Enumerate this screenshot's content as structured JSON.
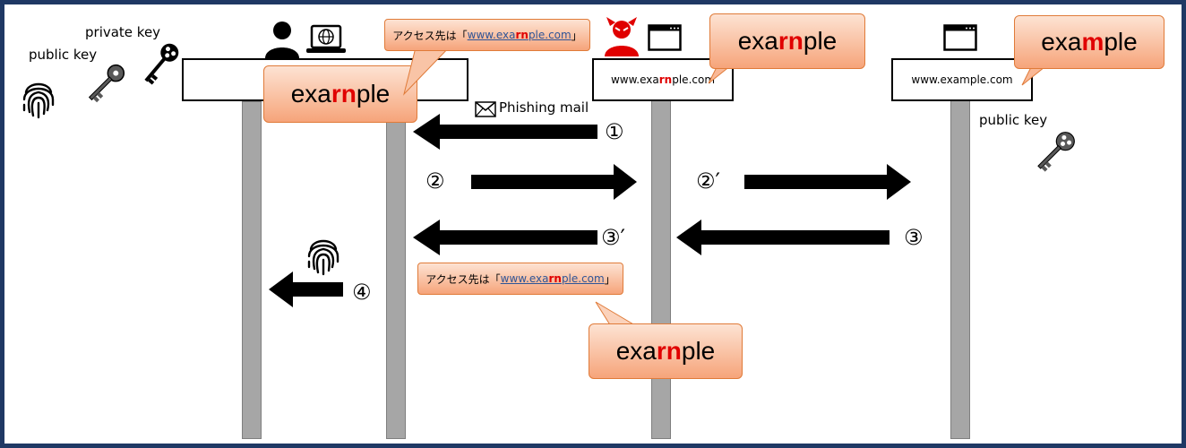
{
  "labels": {
    "private_key": "private key",
    "public_key_left": "public key",
    "public_key_right": "public key",
    "phishing_mail": "Phishing mail"
  },
  "url_boxes": {
    "fake": {
      "prefix": "www.exa",
      "highlight": "rn",
      "suffix": "ple.com"
    },
    "real": {
      "text": "www.example.com"
    }
  },
  "callouts": {
    "victim": {
      "prefix": "exa",
      "highlight": "rn",
      "suffix": "ple"
    },
    "attacker": {
      "prefix": "exa",
      "highlight": "rn",
      "suffix": "ple"
    },
    "legit": {
      "prefix": "exa",
      "highlight": "m",
      "suffix": "ple"
    },
    "bottom": {
      "prefix": "exa",
      "highlight": "rn",
      "suffix": "ple"
    }
  },
  "mail_callouts": {
    "top": {
      "pre": "アクセス先は「",
      "link_prefix": "www.exa",
      "link_highlight": "rn",
      "link_suffix": "ple.com",
      "post": "」"
    },
    "bottom": {
      "pre": "アクセス先は「",
      "link_prefix": "www.exa",
      "link_highlight": "rn",
      "link_suffix": "ple.com",
      "post": "」"
    }
  },
  "steps": {
    "s1": "①",
    "s2": "②",
    "s2p": "②′",
    "s3": "③",
    "s3p": "③′",
    "s4": "④"
  },
  "icons": [
    "user-icon",
    "laptop-globe-icon",
    "devil-icon",
    "browser-window-icon",
    "fingerprint-icon",
    "key-icon",
    "envelope-icon"
  ],
  "colors": {
    "frame": "#1f3864",
    "accent_red": "#e00000",
    "callout_border": "#e07b39",
    "lifeline": "#a6a6a6"
  }
}
